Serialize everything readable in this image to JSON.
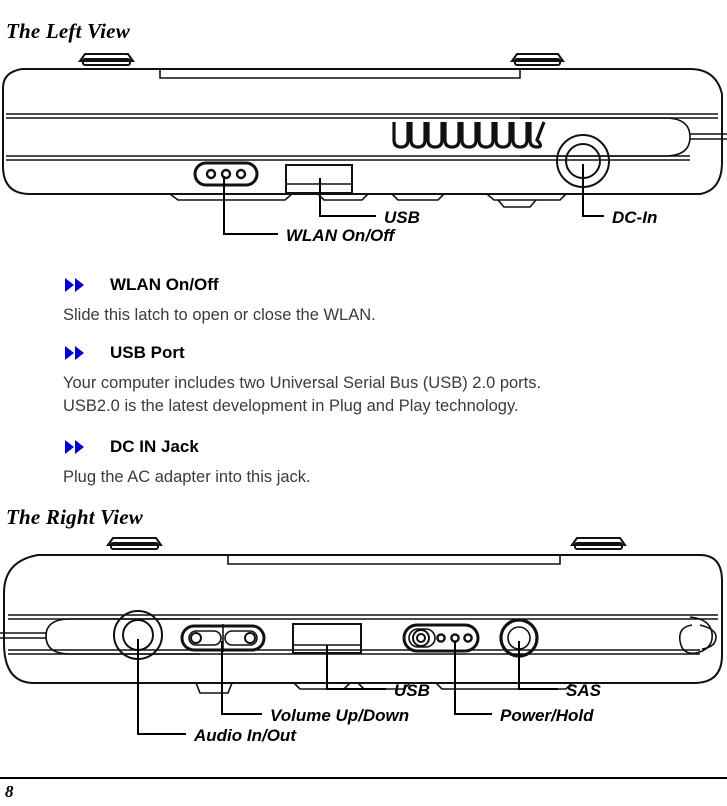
{
  "document": {
    "page_number": "8"
  },
  "sections": {
    "left_view": {
      "heading": "The Left View",
      "diagram": {
        "name": "left-side-device-illustration",
        "callouts": [
          {
            "id": "wlan",
            "label": "WLAN On/Off"
          },
          {
            "id": "usb",
            "label": "USB"
          },
          {
            "id": "dc_in",
            "label": "DC-In"
          }
        ],
        "vent_slot_count": 9
      }
    },
    "right_view": {
      "heading": "The Right View",
      "diagram": {
        "name": "right-side-device-illustration",
        "callouts": [
          {
            "id": "audio",
            "label": "Audio In/Out"
          },
          {
            "id": "volume",
            "label": "Volume Up/Down"
          },
          {
            "id": "usb",
            "label": "USB"
          },
          {
            "id": "power",
            "label": "Power/Hold"
          },
          {
            "id": "sas",
            "label": "SAS"
          }
        ]
      }
    }
  },
  "features": [
    {
      "id": "wlan",
      "bullet_icon": "double-chevron-right-icon",
      "title": "WLAN On/Off",
      "body_lines": [
        "Slide this latch to open or close the WLAN."
      ]
    },
    {
      "id": "usb",
      "bullet_icon": "double-chevron-right-icon",
      "title": "USB Port",
      "body_lines": [
        "Your computer includes two Universal Serial Bus (USB) 2.0 ports.",
        "USB2.0 is the latest development in Plug and Play technology."
      ]
    },
    {
      "id": "dcin",
      "bullet_icon": "double-chevron-right-icon",
      "title": "DC IN Jack",
      "body_lines": [
        "Plug the AC adapter into this jack."
      ]
    }
  ],
  "colors": {
    "bullet_blue": "#0000D2",
    "body_text": "#3b3b3b",
    "heading_text": "#000000",
    "line_art": "#111111",
    "page_background": "#ffffff"
  }
}
